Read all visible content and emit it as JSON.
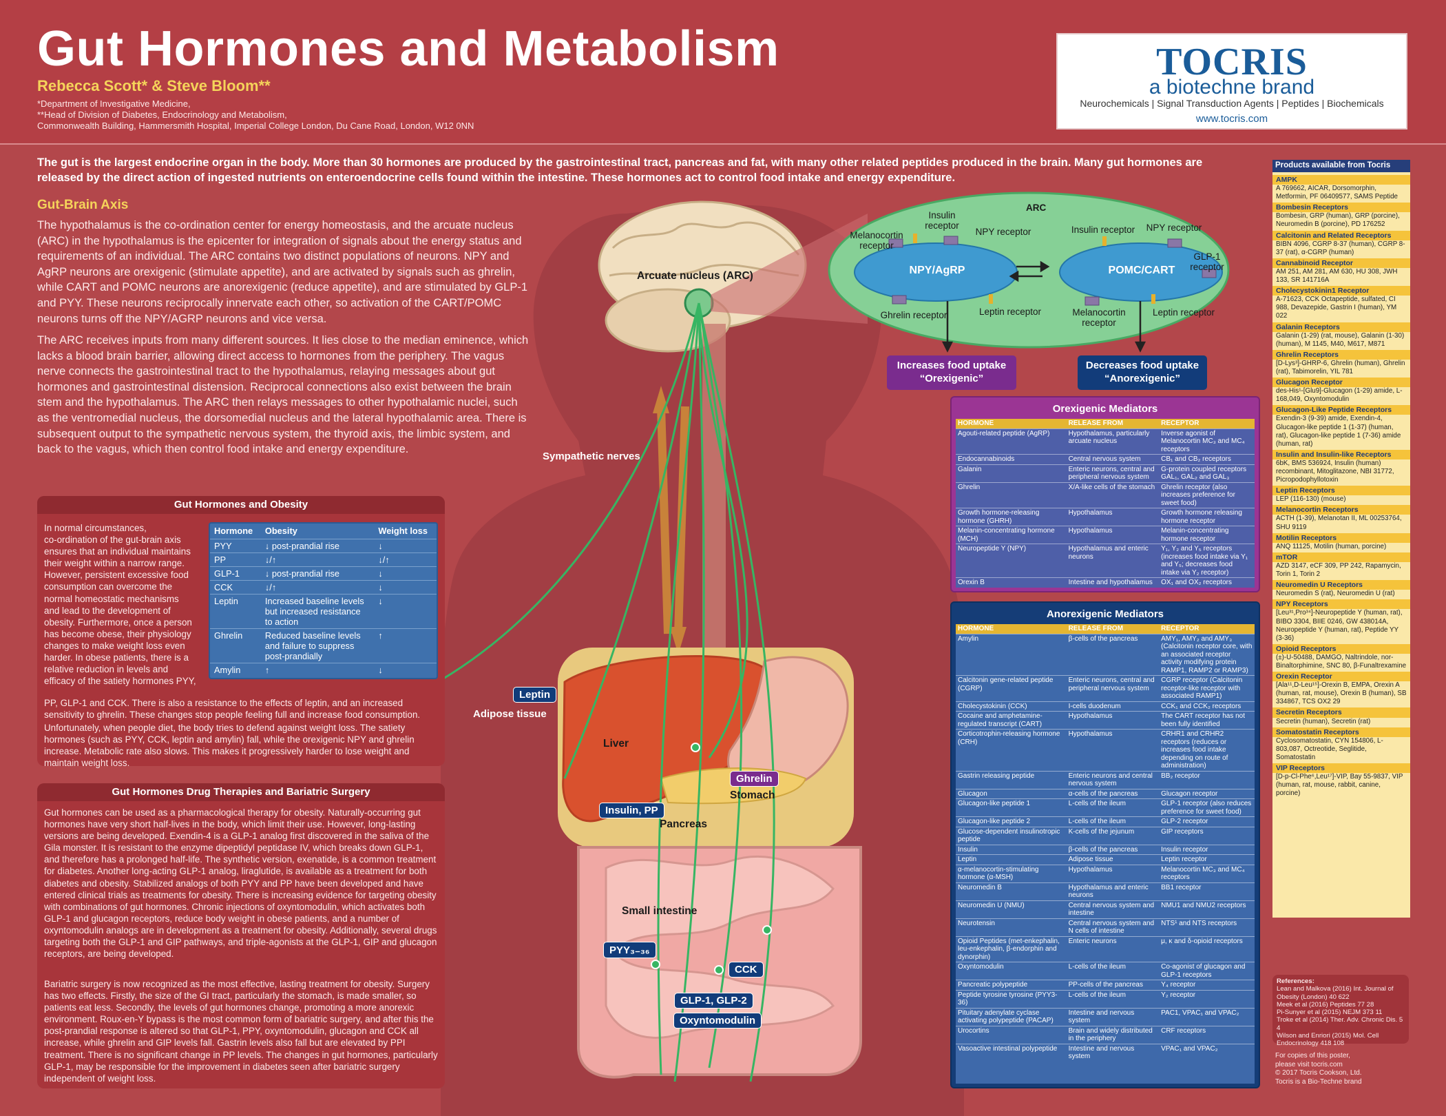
{
  "header": {
    "title": "Gut Hormones and Metabolism",
    "authors": "Rebecca Scott* & Steve Bloom**",
    "affiliations": [
      "*Department of Investigative Medicine,",
      "**Head of Division of Diabetes, Endocrinology and Metabolism,",
      "Commonwealth Building, Hammersmith Hospital, Imperial College London, Du Cane Road, London, W12 0NN"
    ]
  },
  "logo": {
    "name": "TOCRIS",
    "sub": "a biotechne brand",
    "tagline": "Neurochemicals | Signal Transduction Agents | Peptides | Biochemicals",
    "url": "www.tocris.com"
  },
  "intro": "The gut is the largest endocrine organ in the body. More than 30 hormones are produced by the gastrointestinal tract, pancreas and fat, with many other related peptides produced in the brain. Many gut hormones are released by the direct action of ingested nutrients on enteroendocrine cells found within the intestine. These hormones act to control food intake and energy expenditure.",
  "gut_brain": {
    "title": "Gut-Brain Axis",
    "p1": "The hypothalamus is the co-ordination center for energy homeostasis, and the arcuate nucleus (ARC) in the hypothalamus is the epicenter for integration of signals about the energy status and requirements of an individual. The ARC contains two distinct populations of neurons. NPY and AgRP neurons are orexigenic (stimulate appetite), and are activated by signals such as ghrelin, while CART and POMC neurons are anorexigenic (reduce appetite), and are stimulated by GLP-1 and PYY. These neurons reciprocally innervate each other, so activation of the CART/POMC neurons turns off the NPY/AGRP neurons and vice versa.",
    "p2": "The ARC receives inputs from many different sources. It lies close to the median eminence, which lacks a blood brain barrier, allowing direct access to hormones from the periphery. The vagus nerve connects the gastrointestinal tract to the hypothalamus, relaying messages about gut hormones and gastrointestinal distension. Reciprocal connections also exist between the brain stem and the hypothalamus. The ARC then relays messages to other hypothalamic nuclei, such as the ventromedial nucleus, the dorsomedial nucleus and the lateral hypothalamic area. There is subsequent output to the sympathetic nervous system, the thyroid axis, the limbic system, and back to the  vagus, which then control food intake and energy expenditure."
  },
  "obesity": {
    "title": "Gut Hormones and Obesity",
    "p1_lines": [
      "In normal circumstances,",
      "co-ordination of the gut-brain axis",
      "ensures that an individual maintains",
      "their weight within a narrow range.",
      "However, persistent excessive food",
      "consumption can overcome the",
      "normal homeostatic mechanisms",
      "and lead to the development of",
      "obesity. Furthermore, once a person",
      "has become obese, their physiology",
      "changes to make weight loss even",
      "harder. In obese patients, there is a",
      "relative reduction in levels and",
      "efficacy of the satiety hormones PYY,"
    ],
    "p1_tail": "PP, GLP-1 and CCK. There is also a resistance to the effects of leptin, and an increased sensitivity to ghrelin. These changes stop people feeling full and increase food consumption.",
    "p2": "Unfortunately, when people diet, the body tries to defend against weight loss. The satiety hormones (such as PYY, CCK, leptin and amylin) fall, while the orexigenic NPY and ghrelin increase. Metabolic rate also slows. This makes it progressively harder to lose weight and maintain weight loss.",
    "table": {
      "headers": [
        "Hormone",
        "Obesity",
        "Weight loss"
      ],
      "rows": [
        [
          "PYY",
          "↓ post-prandial rise",
          "↓"
        ],
        [
          "PP",
          "↓/↑",
          "↓/↑"
        ],
        [
          "GLP-1",
          "↓ post-prandial rise",
          "↓"
        ],
        [
          "CCK",
          "↓/↑",
          "↓"
        ],
        [
          "Leptin",
          "Increased baseline levels but increased resistance to action",
          "↓"
        ],
        [
          "Ghrelin",
          "Reduced baseline levels and failure to suppress post-prandially",
          "↑"
        ],
        [
          "Amylin",
          "↑",
          "↓"
        ]
      ]
    }
  },
  "drugs": {
    "title": "Gut Hormones Drug Therapies and Bariatric Surgery",
    "p1": "Gut hormones can be used as a pharmacological therapy for obesity. Naturally-occurring gut hormones have very short half-lives in the body, which limit their use. However, long-lasting versions are being developed. Exendin-4 is a GLP-1 analog first discovered in the saliva of the Gila monster. It is resistant to the enzyme dipeptidyl peptidase IV, which breaks down GLP-1, and therefore has a prolonged half-life. The synthetic version, exenatide, is a common treatment for diabetes. Another long-acting GLP-1 analog, liraglutide, is available as a treatment for both diabetes and obesity. Stabilized analogs of both PYY and PP have been developed and have entered clinical trials as treatments for obesity. There is increasing evidence for targeting obesity with combinations of gut hormones. Chronic injections of oxyntomodulin, which activates both GLP-1 and glucagon receptors, reduce body weight in obese patients, and a number of oxyntomodulin analogs are in development as a treatment for obesity. Additionally, several drugs targeting both the GLP-1 and GIP pathways, and triple-agonists at the GLP-1, GIP and glucagon receptors, are being developed.",
    "p2": "Bariatric surgery is now recognized as the most effective, lasting treatment for obesity. Surgery has two effects. Firstly, the size of the GI tract, particularly the stomach, is made smaller, so patients eat less. Secondly, the levels of gut hormones change, promoting a more anorexic environment. Roux-en-Y bypass is the most common form of bariatric surgery, and after this the post-prandial response is altered so that GLP-1, PPY, oxyntomodulin, glucagon and CCK all increase, while ghrelin and GIP levels fall. Gastrin levels also fall but are elevated by PPI treatment. There is no significant change in PP levels. The changes in gut hormones, particularly GLP-1, may be responsible for the improvement in diabetes seen after bariatric surgery independent of weight loss."
  },
  "diagram": {
    "arc_title": "ARC",
    "arcuate": "Arcuate nucleus (ARC)",
    "npy": "NPY/AgRP",
    "pomc": "POMC/CART",
    "melano1": "Melanocortin receptor",
    "insulin1": "Insulin receptor",
    "npyr1": "NPY receptor",
    "ghrelinr": "Ghrelin receptor",
    "leptinr1": "Leptin receptor",
    "insulin2": "Insulin receptor",
    "npyr2": "NPY receptor",
    "glp1r": "GLP-1 receptor",
    "melano2": "Melanocortin receptor",
    "leptinr2": "Leptin receptor",
    "orex_out": "Increases food uptake “Orexigenic”",
    "anor_out": "Decreases food uptake “Anorexigenic”",
    "sympathetic": "Sympathetic nerves",
    "adipose": "Adipose tissue",
    "liver": "Liver",
    "stomach": "Stomach",
    "pancreas": "Pancreas",
    "small_int": "Small intestine",
    "h_leptin": "Leptin",
    "h_ghrelin": "Ghrelin",
    "h_insulin": "Insulin, PP",
    "h_pyy": "PYY₃₋₃₆",
    "h_cck": "CCK",
    "h_glp": "GLP-1, GLP-2",
    "h_oxm": "Oxyntomodulin"
  },
  "orexigenic": {
    "title": "Orexigenic Mediators",
    "headers": [
      "HORMONE",
      "RELEASE FROM",
      "RECEPTOR"
    ],
    "rows": [
      [
        "Agouti-related peptide (AgRP)",
        "Hypothalamus, particularly arcuate nucleus",
        "Inverse agonist of Melanocortin MC₃ and MC₄ receptors"
      ],
      [
        "Endocannabinoids",
        "Central nervous system",
        "CB₁ and CB₂ receptors"
      ],
      [
        "Galanin",
        "Enteric neurons, central and peripheral nervous system",
        "G-protein coupled receptors GAL₁, GAL₂ and GAL₃"
      ],
      [
        "Ghrelin",
        "X/A-like cells of the stomach",
        "Ghrelin receptor (also increases preference for sweet food)"
      ],
      [
        "Growth hormone-releasing hormone (GHRH)",
        "Hypothalamus",
        "Growth hormone releasing hormone receptor"
      ],
      [
        "Melanin-concentrating hormone (MCH)",
        "Hypothalamus",
        "Melanin-concentrating hormone receptor"
      ],
      [
        "Neuropeptide Y (NPY)",
        "Hypothalamus and enteric neurons",
        "Y₁, Y₂ and Y₅ receptors (increases food intake via Y₁ and Y₅; decreases food intake via Y₂ receptor)"
      ],
      [
        "Orexin B",
        "Intestine and hypothalamus",
        "OX₁ and OX₂ receptors"
      ]
    ]
  },
  "anorexigenic": {
    "title": "Anorexigenic Mediators",
    "headers": [
      "HORMONE",
      "RELEASE FROM",
      "RECEPTOR"
    ],
    "rows": [
      [
        "Amylin",
        "β-cells of the pancreas",
        "AMY₁, AMY₂ and AMY₃ (Calcitonin receptor core, with an associated receptor activity modifying protein RAMP1, RAMP2 or RAMP3)"
      ],
      [
        "Calcitonin gene-related peptide (CGRP)",
        "Enteric neurons, central and peripheral nervous system",
        "CGRP receptor (Calcitonin receptor-like receptor with associated RAMP1)"
      ],
      [
        "Cholecystokinin (CCK)",
        "I-cells duodenum",
        "CCK₁ and CCK₂ receptors"
      ],
      [
        "Cocaine and amphetamine-regulated transcript (CART)",
        "Hypothalamus",
        "The CART receptor has not been fully identified"
      ],
      [
        "Corticotrophin-releasing hormone (CRH)",
        "Hypothalamus",
        "CRHR1 and CRHR2 receptors (reduces or increases food intake depending on route of administration)"
      ],
      [
        "Gastrin releasing peptide",
        "Enteric neurons and central nervous system",
        "BB₂ receptor"
      ],
      [
        "Glucagon",
        "α-cells of the pancreas",
        "Glucagon receptor"
      ],
      [
        "Glucagon-like peptide 1",
        "L-cells of the ileum",
        "GLP-1 receptor (also reduces preference for sweet food)"
      ],
      [
        "Glucagon-like peptide 2",
        "L-cells of the ileum",
        "GLP-2 receptor"
      ],
      [
        "Glucose-dependent insulinotropic peptide",
        "K-cells of the jejunum",
        "GIP receptors"
      ],
      [
        "Insulin",
        "β-cells of the pancreas",
        "Insulin receptor"
      ],
      [
        "Leptin",
        "Adipose tissue",
        "Leptin receptor"
      ],
      [
        "α-melanocortin-stimulating hormone (α-MSH)",
        "Hypothalamus",
        "Melanocortin MC₃ and MC₄ receptors"
      ],
      [
        "Neuromedin B",
        "Hypothalamus and enteric neurons",
        "BB1 receptor"
      ],
      [
        "Neuromedin U (NMU)",
        "Central nervous system and intestine",
        "NMU1 and NMU2 receptors"
      ],
      [
        "Neurotensin",
        "Central nervous system and N cells of intestine",
        "NTS¹ and NTS receptors"
      ],
      [
        "Opioid Peptides (met-enkephalin, leu-enkephalin, β-endorphin and dynorphin)",
        "Enteric neurons",
        "μ, κ and δ-opioid receptors"
      ],
      [
        "Oxyntomodulin",
        "L-cells of the ileum",
        "Co-agonist of glucagon and GLP-1 receptors"
      ],
      [
        "Pancreatic polypeptide",
        "PP-cells of the pancreas",
        "Y₄ receptor"
      ],
      [
        "Peptide tyrosine tyrosine (PYY3-36)",
        "L-cells of the ileum",
        "Y₂ receptor"
      ],
      [
        "Pituitary adenylate cyclase activating polypeptide (PACAP)",
        "Intestine and nervous system",
        "PAC1, VPAC₁ and VPAC₂"
      ],
      [
        "Urocortins",
        "Brain and widely distributed in the periphery",
        "CRF receptors"
      ],
      [
        "Vasoactive intestinal polypeptide",
        "Intestine and nervous system",
        "VPAC₁ and VPAC₂"
      ]
    ]
  },
  "products": {
    "title": "Products available from Tocris",
    "groups": [
      {
        "name": "AMPK",
        "items": "A 769662, AICAR, Dorsomorphin, Metformin, PF 06409577, SAMS Peptide"
      },
      {
        "name": "Bombesin Receptors",
        "items": "Bombesin, GRP (human), GRP (porcine), Neuromedin B (porcine), PD 176252"
      },
      {
        "name": "Calcitonin and Related Receptors",
        "items": "BIBN 4096, CGRP 8-37 (human), CGRP 8-37 (rat), α-CGRP (human)"
      },
      {
        "name": "Cannabinoid Receptor",
        "items": "AM 251, AM 281, AM 630, HU 308, JWH 133, SR 141716A"
      },
      {
        "name": "Cholecystokinin1 Receptor",
        "items": "A-71623, CCK Octapeptide, sulfated, CI 988, Devazepide, Gastrin I (human), YM 022"
      },
      {
        "name": "Galanin Receptors",
        "items": "Galanin (1-29) (rat, mouse), Galanin (1-30) (human), M 1145, M40, M617, M871"
      },
      {
        "name": "Ghrelin Receptors",
        "items": "[D-Lys³]-GHRP-6, Ghrelin (human), Ghrelin (rat), Tabimorelin, YIL 781"
      },
      {
        "name": "Glucagon Receptor",
        "items": "des-His¹-[Glu9]-Glucagon (1-29) amide, L-168,049, Oxyntomodulin"
      },
      {
        "name": "Glucagon-Like Peptide Receptors",
        "items": "Exendin-3 (9-39) amide, Exendin-4, Glucagon-like peptide 1 (1-37) (human, rat), Glucagon-like peptide 1 (7-36) amide (human, rat)"
      },
      {
        "name": "Insulin and Insulin-like Receptors",
        "items": "6bK, BMS 536924, Insulin (human) recombinant, Mitoglitazone, NBI 31772, Picropodophyllotoxin"
      },
      {
        "name": "Leptin Receptors",
        "items": "LEP (116-130) (mouse)"
      },
      {
        "name": "Melanocortin Receptors",
        "items": "ACTH (1-39), Melanotan II, ML 00253764, SHU 9119"
      },
      {
        "name": "Motilin Receptors",
        "items": "ANQ 11125, Motilin (human, porcine)"
      },
      {
        "name": "mTOR",
        "items": "AZD 3147, eCF 309, PP 242, Rapamycin, Torin 1, Torin 2"
      },
      {
        "name": "Neuromedin U Receptors",
        "items": "Neuromedin S (rat), Neuromedin U (rat)"
      },
      {
        "name": "NPY Receptors",
        "items": "[Leu³¹,Pro³⁴]-Neuropeptide Y (human, rat), BIBO 3304, BIIE 0246, GW 438014A, Neuropeptide Y (human, rat), Peptide YY (3-36)"
      },
      {
        "name": "Opioid Receptors",
        "items": "(±)-U-50488, DAMGO, Naltrindole, nor-Binaltorphimine, SNC 80, β-Funaltrexamine"
      },
      {
        "name": "Orexin Receptor",
        "items": "[Ala¹¹,D-Leu¹⁵]-Orexin B, EMPA, Orexin A (human, rat, mouse), Orexin B (human), SB 334867, TCS OX2 29"
      },
      {
        "name": "Secretin Receptors",
        "items": "Secretin (human), Secretin (rat)"
      },
      {
        "name": "Somatostatin Receptors",
        "items": "Cyclosomatostatin, CYN 154806, L-803,087, Octreotide, Seglitide, Somatostatin"
      },
      {
        "name": "VIP Receptors",
        "items": "[D-p-Cl-Phe⁶,Leu¹⁷]-VIP, Bay 55-9837, VIP (human, rat, mouse, rabbit, canine, porcine)"
      }
    ]
  },
  "references": {
    "title": "References:",
    "items": [
      "Lean and Malkova (2016) Int. Journal of Obesity (London) 40 622",
      "Meek et al (2016) Peptides 77 28",
      "Pi-Sunyer et al (2015) NEJM 373 11",
      "Troke et al (2014) Ther. Adv. Chronic Dis. 5 4",
      "Wilson and Enriori (2015) Mol. Cell Endocrinology 418 108"
    ]
  },
  "footer": {
    "lines": [
      "For copies of this poster,",
      "please visit tocris.com",
      "© 2017 Tocris Cookson, Ltd.",
      "Tocris is a Bio-Techne brand"
    ]
  },
  "colors": {
    "background": "#b3474b",
    "accent_yellow": "#f5d45a",
    "tocris_blue": "#1a5c99",
    "hormone_label": "#123c7a",
    "orexigenic": "#9b3594",
    "anorexigenic": "#153d77",
    "arc_green": "#7cc98d"
  }
}
